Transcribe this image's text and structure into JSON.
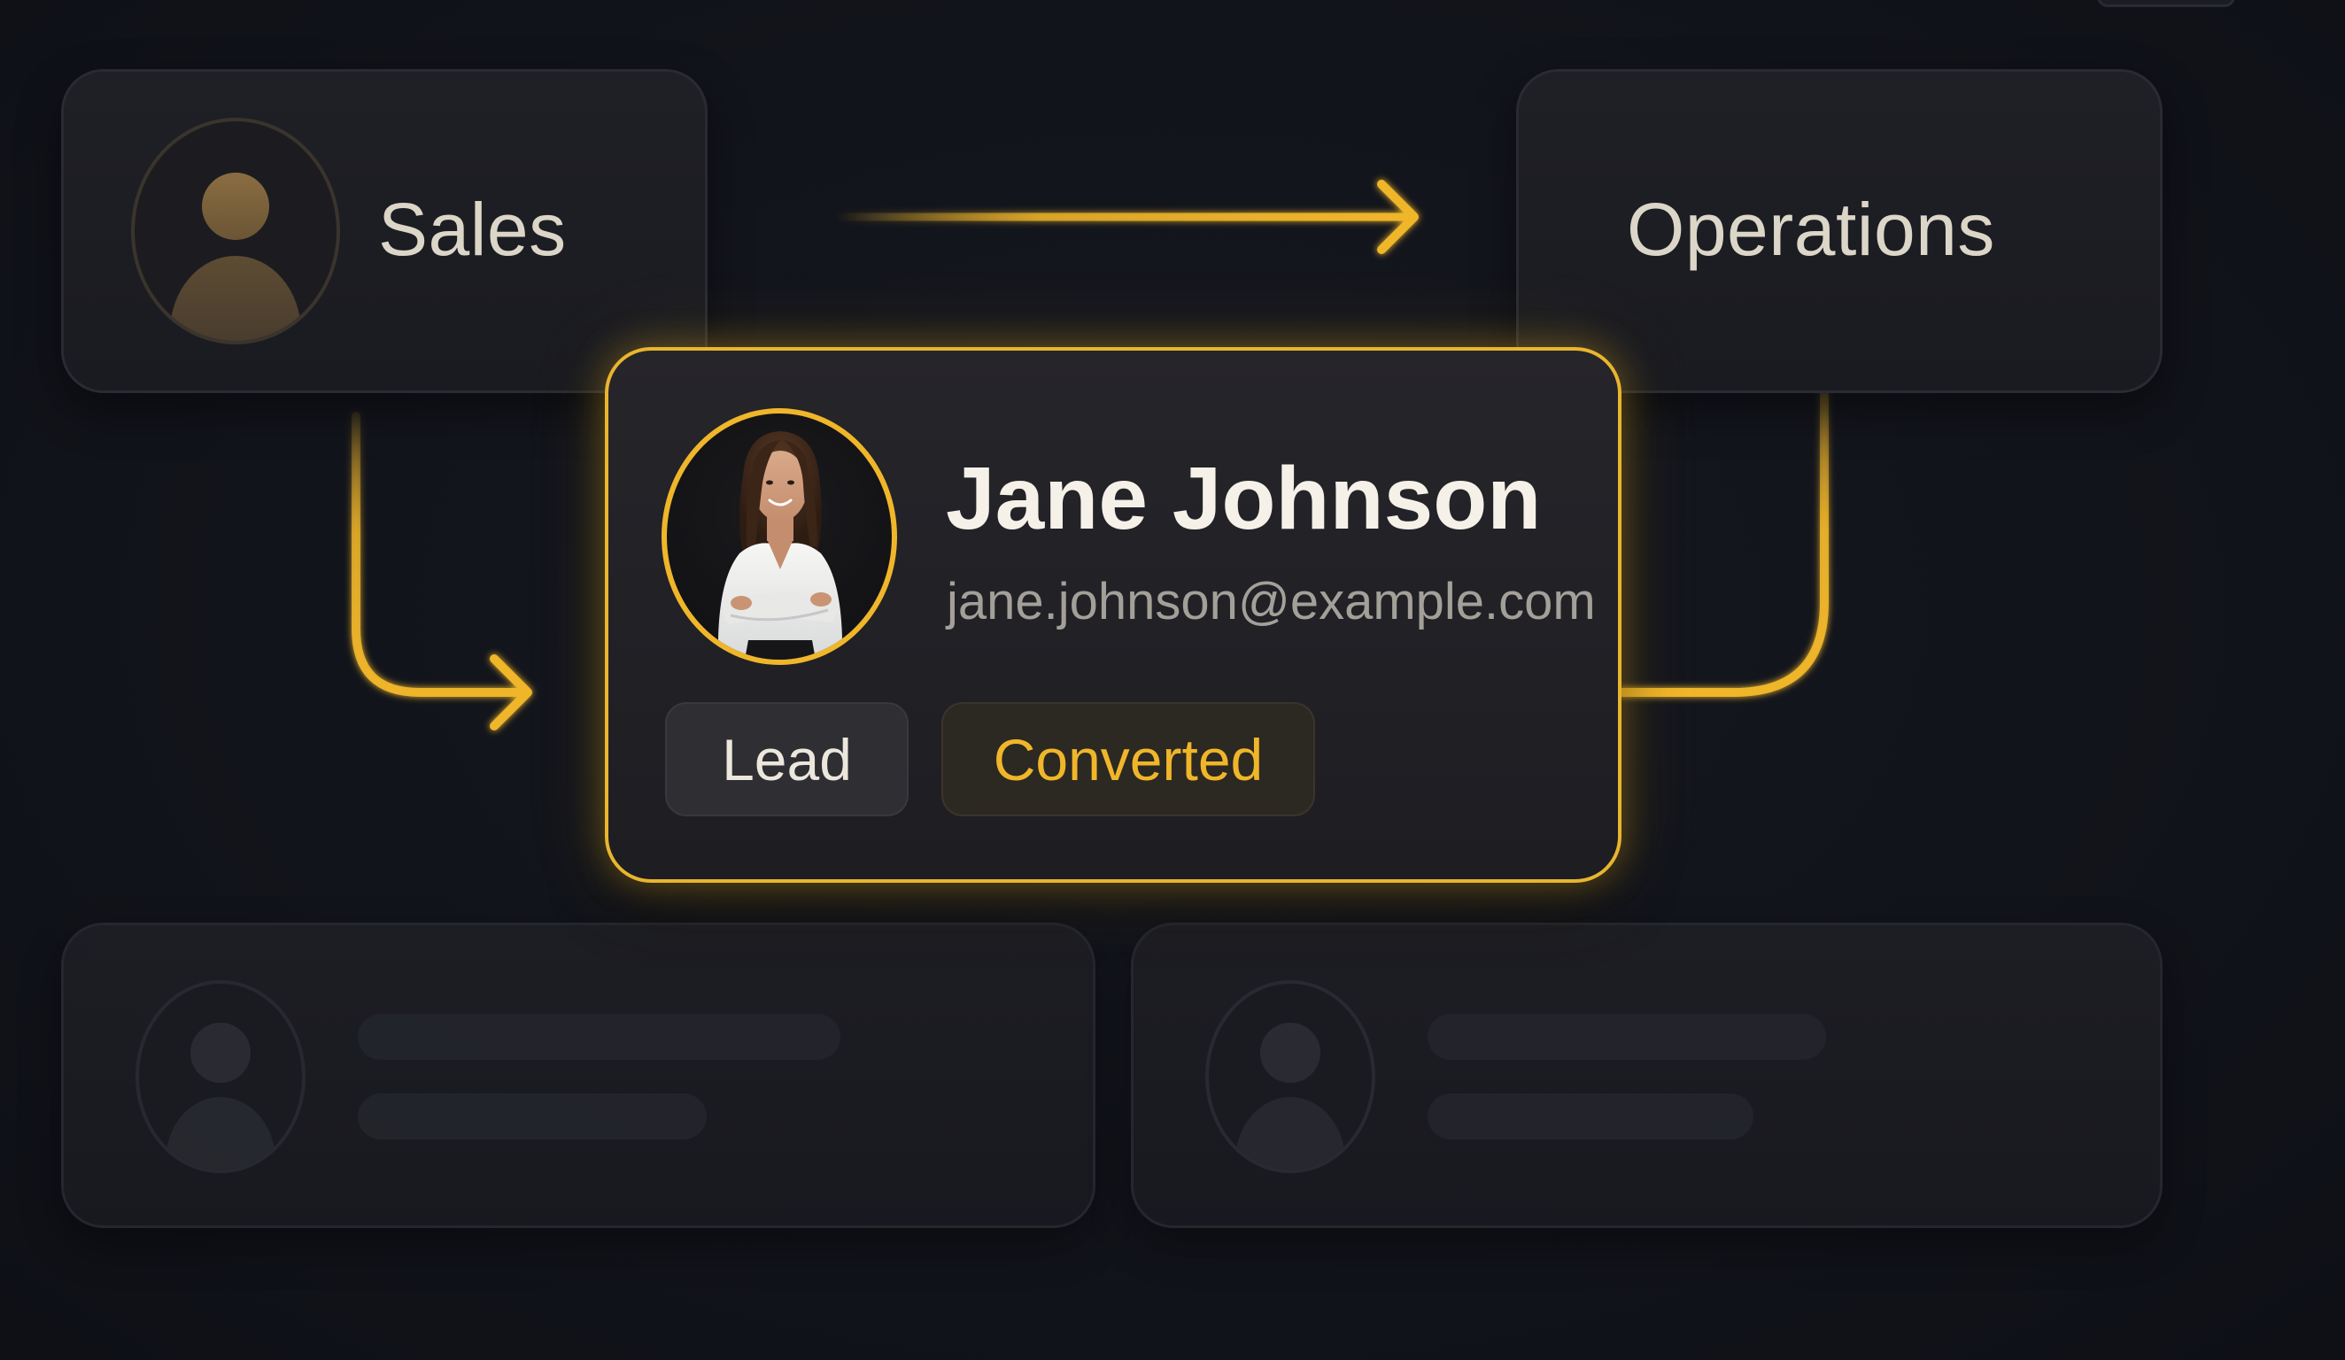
{
  "nodes": {
    "sales": {
      "label": "Sales"
    },
    "operations": {
      "label": "Operations"
    }
  },
  "profile": {
    "name": "Jane Johnson",
    "email": "jane.johnson@example.com",
    "tags": [
      {
        "label": "Lead"
      },
      {
        "label": "Converted"
      }
    ]
  },
  "colors": {
    "accent": "#f0b62a",
    "background": "#12141b",
    "card": "#1f2026"
  },
  "icons": {
    "node_avatar": "person-icon",
    "flow_arrow": "arrow-right-icon"
  }
}
